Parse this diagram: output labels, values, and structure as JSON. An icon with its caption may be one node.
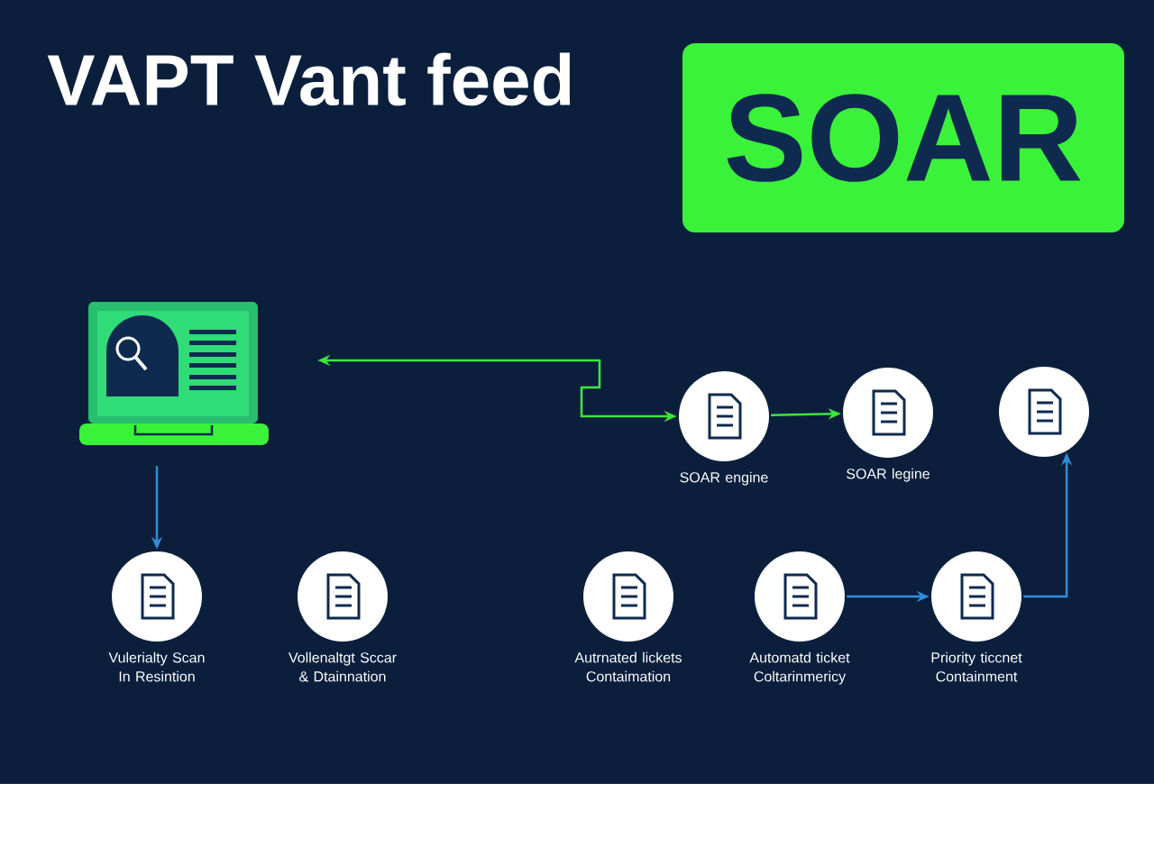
{
  "diagram": {
    "title": "VAPT Vant feed",
    "nodes": [
      {
        "text": [
          "SOAR"
        ]
      },
      {
        "text": [],
        "shape": "picture"
      },
      {
        "text": [
          "SOAR engine"
        ]
      },
      {
        "text": [
          "SOAR legine"
        ]
      },
      {
        "text": [],
        "shape": "circle"
      },
      {
        "text": [
          "Vulerialty Scan In Resintion"
        ]
      },
      {
        "text": [
          "Vollenaltgt Sccar & Dtainnation"
        ]
      },
      {
        "text": [
          "Autrnated lickets Contaimation"
        ]
      },
      {
        "text": [
          "Automatd ticket Coltarinmericy"
        ]
      },
      {
        "text": [
          "Priority ticcnet Containment"
        ]
      }
    ],
    "edges": [
      {
        "from": 1,
        "to": 2,
        "arrow": "both",
        "color": "#3be83b"
      },
      {
        "from": 2,
        "to": 3,
        "arrow": "to",
        "color": "#3be83b"
      },
      {
        "from": 1,
        "to": 5,
        "arrow": "to"
      },
      {
        "from": 8,
        "to": 9,
        "arrow": "to"
      },
      {
        "from": 9,
        "to": 4,
        "arrow": "to"
      }
    ]
  }
}
